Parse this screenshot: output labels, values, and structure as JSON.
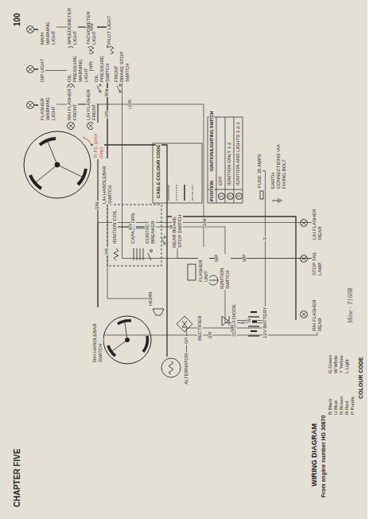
{
  "diagram": {
    "title": "WIRING DIAGRAM",
    "caption": "From engine number HG 30870",
    "nodes": [
      {
        "text": [
          "MAIN WARNING LIGHT"
        ]
      },
      {
        "text": [
          "DIP LIGHT"
        ]
      },
      {
        "text": [
          "SPEEDOMETER LIGHT"
        ]
      },
      {
        "text": [
          "TACHOMETER LIGHT"
        ]
      },
      {
        "text": [
          "OIL PRESSURE WARNING LIGHT"
        ]
      },
      {
        "text": [
          "OIL PRESSURE SWITCH"
        ]
      },
      {
        "text": [
          "FLASHER WARNING LIGHT"
        ]
      },
      {
        "text": [
          "PILOT LIGHT"
        ]
      },
      {
        "text": [
          "R/H FLASHER FRONT"
        ]
      },
      {
        "text": [
          "L/H FLASHER FRONT"
        ]
      },
      {
        "text": [
          "FRONT BRAKE STOP SWITCH"
        ]
      },
      {
        "text": [
          "L/H HANDLEBAR SWITCH"
        ]
      },
      {
        "text": [
          "IGNITION COIL"
        ]
      },
      {
        "text": [
          "CAPACITORS"
        ]
      },
      {
        "text": [
          "CONTACT BREAKER"
        ]
      },
      {
        "text": [
          "R/H HANDLEBAR SWITCH"
        ]
      },
      {
        "text": [
          "HORN"
        ]
      },
      {
        "text": [
          "ALTERNATOR"
        ]
      },
      {
        "text": [
          "RECTIFIER"
        ]
      },
      {
        "text": [
          "FLASHER UNIT"
        ]
      },
      {
        "text": [
          "REAR BRAKE STOP SWITCH"
        ]
      },
      {
        "text": [
          "IGNITION SWITCH"
        ]
      },
      {
        "text": [
          "ZENER DIODE"
        ]
      },
      {
        "text": [
          "12V BATTERY"
        ]
      },
      {
        "text": [
          "FUSE 35 AMPS"
        ]
      },
      {
        "text": [
          "L/H FLASHER REAR"
        ]
      },
      {
        "text": [
          "STOP TAIL LAMP"
        ]
      },
      {
        "text": [
          "R/H FLASHER REAR"
        ]
      }
    ],
    "edges": [
      {
        "from": 11,
        "to": 0,
        "arrow": "none",
        "label": "U/W"
      },
      {
        "from": 11,
        "to": 1,
        "arrow": "none",
        "label": "U/R"
      },
      {
        "from": 19,
        "to": 6,
        "arrow": "none",
        "label": "LG/N"
      },
      {
        "from": 11,
        "to": 3,
        "arrow": "none",
        "label": "R/W"
      },
      {
        "from": 2,
        "to": 7,
        "arrow": "none",
        "label": "R/W"
      },
      {
        "from": 5,
        "to": 4,
        "arrow": "none",
        "label": "W/N"
      },
      {
        "from": 10,
        "to": 26,
        "arrow": "none",
        "label": "W/P"
      },
      {
        "from": 20,
        "to": 26,
        "arrow": "none",
        "label": "W/P"
      },
      {
        "from": 15,
        "to": 8,
        "arrow": "none",
        "label": "G/R"
      },
      {
        "from": 15,
        "to": 9,
        "arrow": "none",
        "label": "G/W"
      },
      {
        "from": 15,
        "to": 27,
        "arrow": "none",
        "label": "G/R"
      },
      {
        "from": 15,
        "to": 25,
        "arrow": "none",
        "label": "G/W"
      },
      {
        "from": 11,
        "to": 16,
        "arrow": "none",
        "label": "P/B"
      },
      {
        "from": 21,
        "to": 12,
        "arrow": "none",
        "label": "W"
      },
      {
        "from": 12,
        "to": 14,
        "arrow": "none",
        "label": "B/Y"
      },
      {
        "from": 13,
        "to": 14,
        "arrow": "none"
      },
      {
        "from": 17,
        "to": 18,
        "arrow": "none",
        "label": "G/Y"
      },
      {
        "from": 18,
        "to": 23,
        "arrow": "none",
        "label": "W/R"
      },
      {
        "from": 22,
        "to": 23,
        "arrow": "none",
        "label": "W"
      },
      {
        "from": 23,
        "to": 24,
        "arrow": "none",
        "label": "R"
      },
      {
        "from": 21,
        "to": 23,
        "arrow": "none",
        "label": "N"
      }
    ],
    "labels": [
      "CHAPTER FIVE",
      "100",
      "POSITION",
      "IGNITION/LIGHTING SWITCH",
      "1",
      "OFF",
      "2",
      "IGNITION ONLY 1-2",
      "3",
      "IGNITION AND LIGHTS 1-2-3",
      "CABLE COLOUR CODE",
      "EARTH CONNECTIONS VIA FIXING BOLT",
      "To P.L. (pilot lamp)",
      "Mine - T160R",
      "COLOUR CODE",
      "B Black",
      "U Blue",
      "N Brown",
      "R Red",
      "P Purple",
      "G Green",
      "W White",
      "Y Yellow",
      "L Light"
    ]
  }
}
